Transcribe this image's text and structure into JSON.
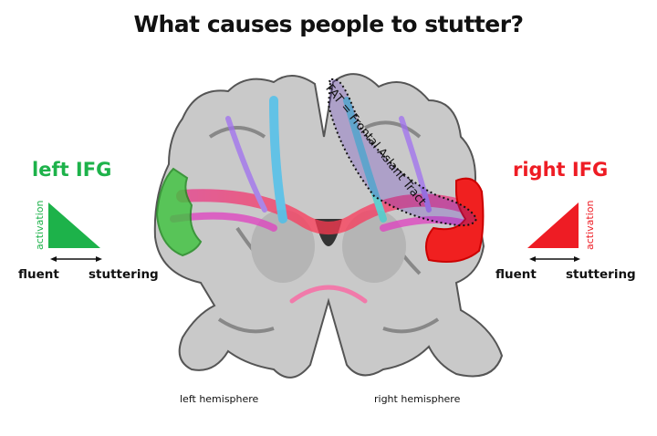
{
  "title": "What causes people to stutter?",
  "left_panel": {
    "label": "left IFG",
    "color": "#1db24a",
    "y_axis": "activation",
    "x_left": "fluent",
    "x_right": "stuttering",
    "trend": "decreasing"
  },
  "right_panel": {
    "label": "right IFG",
    "color": "#ee1c24",
    "y_axis": "activation",
    "x_left": "fluent",
    "x_right": "stuttering",
    "trend": "increasing"
  },
  "brain": {
    "tract_label": "FAT = Frontal Aslant Tract",
    "left_hemisphere_label": "left hemisphere",
    "right_hemisphere_label": "right hemisphere"
  }
}
